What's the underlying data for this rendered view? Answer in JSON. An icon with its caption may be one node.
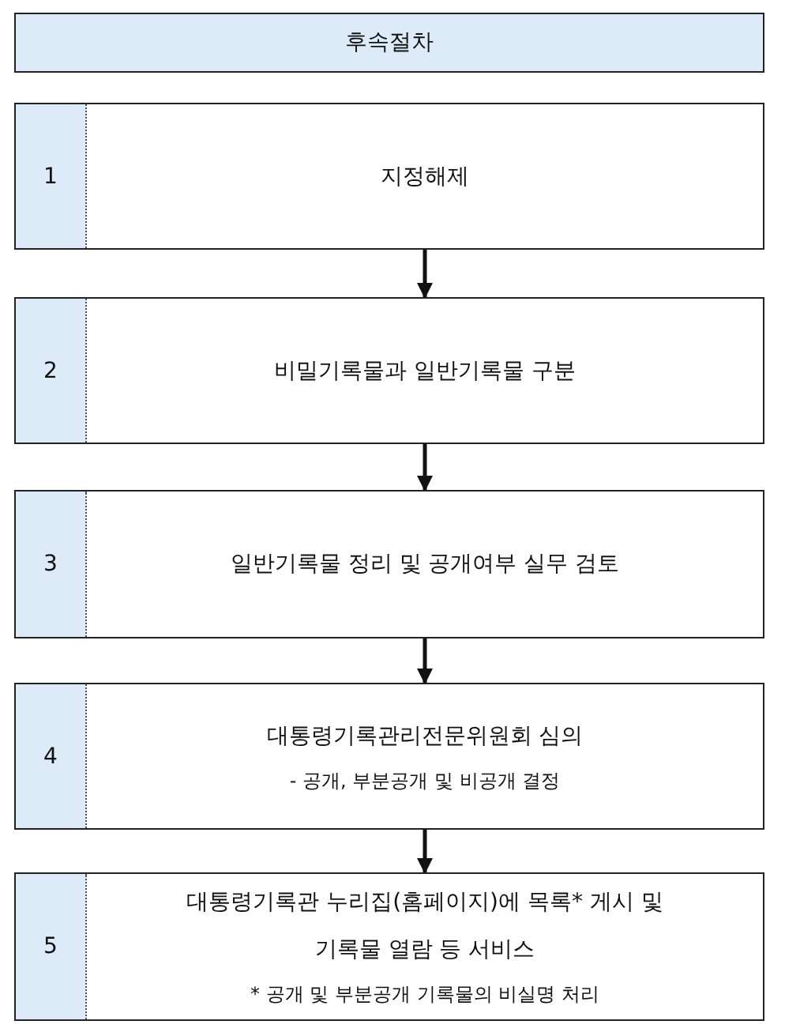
{
  "diagram": {
    "nodes": [
      {
        "text": [
          "후속절차"
        ]
      },
      {
        "text": [
          "1",
          "지정해제"
        ]
      },
      {
        "text": [
          "2",
          "비밀기록물과 일반기록물 구분"
        ]
      },
      {
        "text": [
          "3",
          "일반기록물 정리 및 공개여부 실무 검토"
        ]
      },
      {
        "text": [
          "4",
          "대통령기록관리전문위원회 심의",
          "- 공개, 부분공개 및 비공개 결정"
        ]
      },
      {
        "text": [
          "5",
          "대통령기록관 누리집(홈페이지)에 목록* 게시 및 기록물 열람 등 서비스",
          "* 공개 및 부분공개 기록물의 비실명 처리"
        ]
      }
    ],
    "edges": [
      {
        "from": 1,
        "to": 2,
        "arrow": "to"
      },
      {
        "from": 2,
        "to": 3,
        "arrow": "to"
      },
      {
        "from": 3,
        "to": 4,
        "arrow": "to"
      },
      {
        "from": 4,
        "to": 5,
        "arrow": "to"
      }
    ]
  }
}
